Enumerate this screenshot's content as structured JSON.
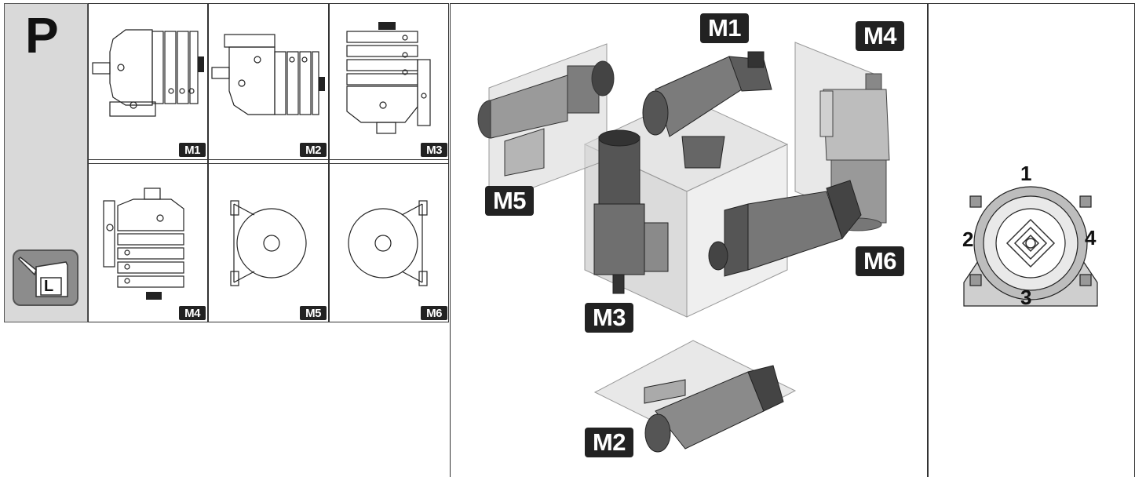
{
  "header_letter": "P",
  "lubricant_label": "L",
  "small_views": [
    {
      "label": "M1"
    },
    {
      "label": "M2"
    },
    {
      "label": "M3"
    },
    {
      "label": "M4"
    },
    {
      "label": "M5"
    },
    {
      "label": "M6"
    }
  ],
  "iso_labels": {
    "m1": "M1",
    "m2": "M2",
    "m3": "M3",
    "m4": "M4",
    "m5": "M5",
    "m6": "M6"
  },
  "positions": {
    "p1": "1",
    "p2": "2",
    "p3": "3",
    "p4": "4"
  },
  "colors": {
    "panel_gray": "#d9d9d9",
    "badge": "#222222",
    "line": "#333333",
    "transparent_plane": "#bfbfbf"
  },
  "icons": {
    "oil_can": "oil-can-icon"
  }
}
